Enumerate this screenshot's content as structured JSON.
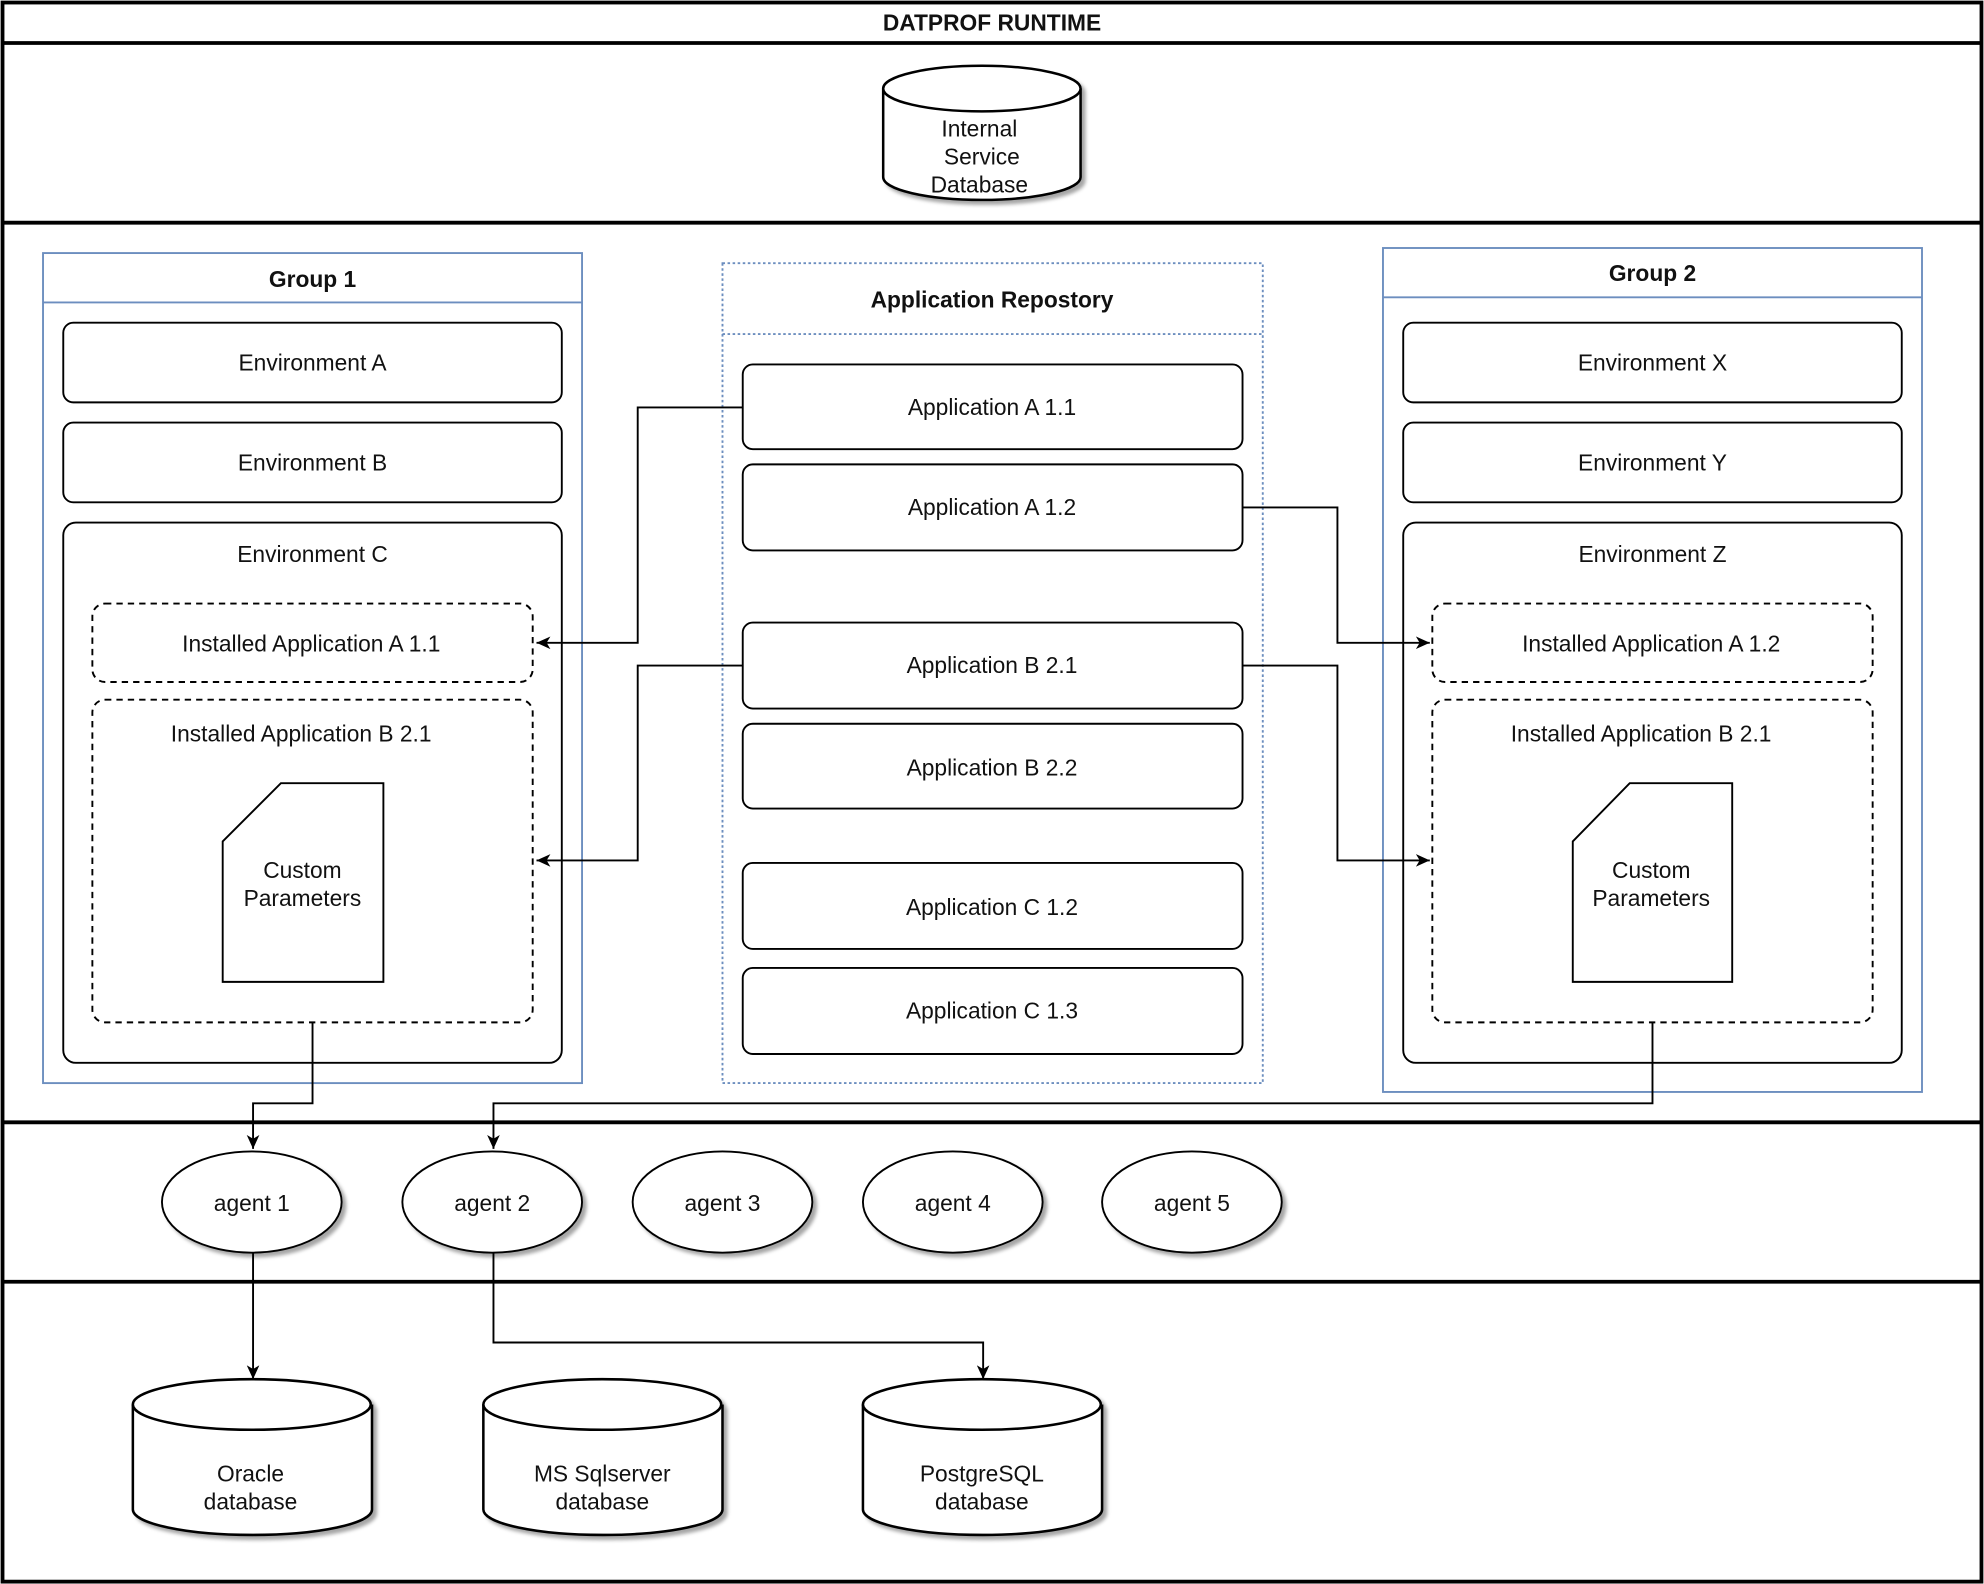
{
  "title": "DATPROF RUNTIME",
  "internal_db": [
    "Internal",
    "Service",
    "Database"
  ],
  "group1": {
    "title": "Group 1",
    "env_a": "Environment A",
    "env_b": "Environment B",
    "env_c": "Environment C",
    "installed_a": "Installed Application A 1.1",
    "installed_b": "Installed Application B 2.1",
    "params": [
      "Custom",
      "Parameters"
    ]
  },
  "repository": {
    "title": "Application Repostory",
    "apps": [
      "Application A 1.1",
      "Application A 1.2",
      "Application B 2.1",
      "Application B 2.2",
      "Application C 1.2",
      "Application C 1.3"
    ]
  },
  "group2": {
    "title": "Group 2",
    "env_x": "Environment X",
    "env_y": "Environment Y",
    "env_z": "Environment Z",
    "installed_a": "Installed Application A 1.2",
    "installed_b": "Installed Application B 2.1",
    "params": [
      "Custom",
      "Parameters"
    ]
  },
  "agents": [
    "agent 1",
    "agent 2",
    "agent 3",
    "agent 4",
    "agent 5"
  ],
  "databases": [
    [
      "Oracle",
      "database"
    ],
    [
      "MS Sqlserver",
      "database"
    ],
    [
      "PostgreSQL",
      "database"
    ]
  ]
}
